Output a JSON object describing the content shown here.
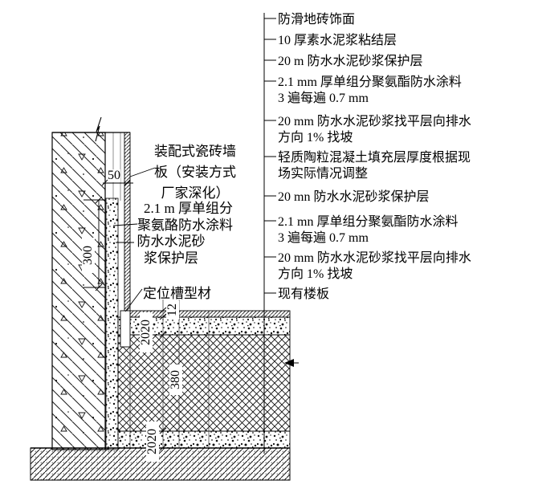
{
  "drawing_type": "construction-detail-section",
  "colors": {
    "line": "#000000",
    "background": "#ffffff"
  },
  "right_callouts": [
    {
      "text": "防滑地砖饰面"
    },
    {
      "text": "10 厚素水泥浆粘结层"
    },
    {
      "text": "20 m 防水水泥砂浆保护层"
    },
    {
      "text": "2.1 mm 厚单组分聚氨酯防水涂料\n3 遍每遍 0.7 mm"
    },
    {
      "text": "20 mm 防水水泥砂浆找平层向排水\n方向 1% 找坡"
    },
    {
      "text": "轻质陶粒混凝土填充层厚度根据现\n场实际情况调整"
    },
    {
      "text": "20 mn 防水水泥砂浆保护层"
    },
    {
      "text": "2.1 mn 厚单组分聚氨酯防水涂料\n3 遍每遍 0.7 mm"
    },
    {
      "text": "20 mm 防水水泥砂浆找平层向排水\n方向 1% 找坡"
    },
    {
      "text": "现有楼板"
    }
  ],
  "left_callouts": [
    {
      "text": "装配式瓷砖墙\n板（安装方式\n厂家深化）"
    },
    {
      "text": "2.1 m 厚单组分\n聚氨酪防水涂料"
    },
    {
      "text": "防水水泥砂\n浆保护层"
    },
    {
      "text": "定位槽型材"
    }
  ],
  "dimensions": {
    "cavity_width": "50",
    "waterproof_upturn": "300",
    "finish_thickness": "12",
    "top_screed_layers": "2020",
    "fill_thickness": "380",
    "bottom_screed_layers": "2020"
  }
}
